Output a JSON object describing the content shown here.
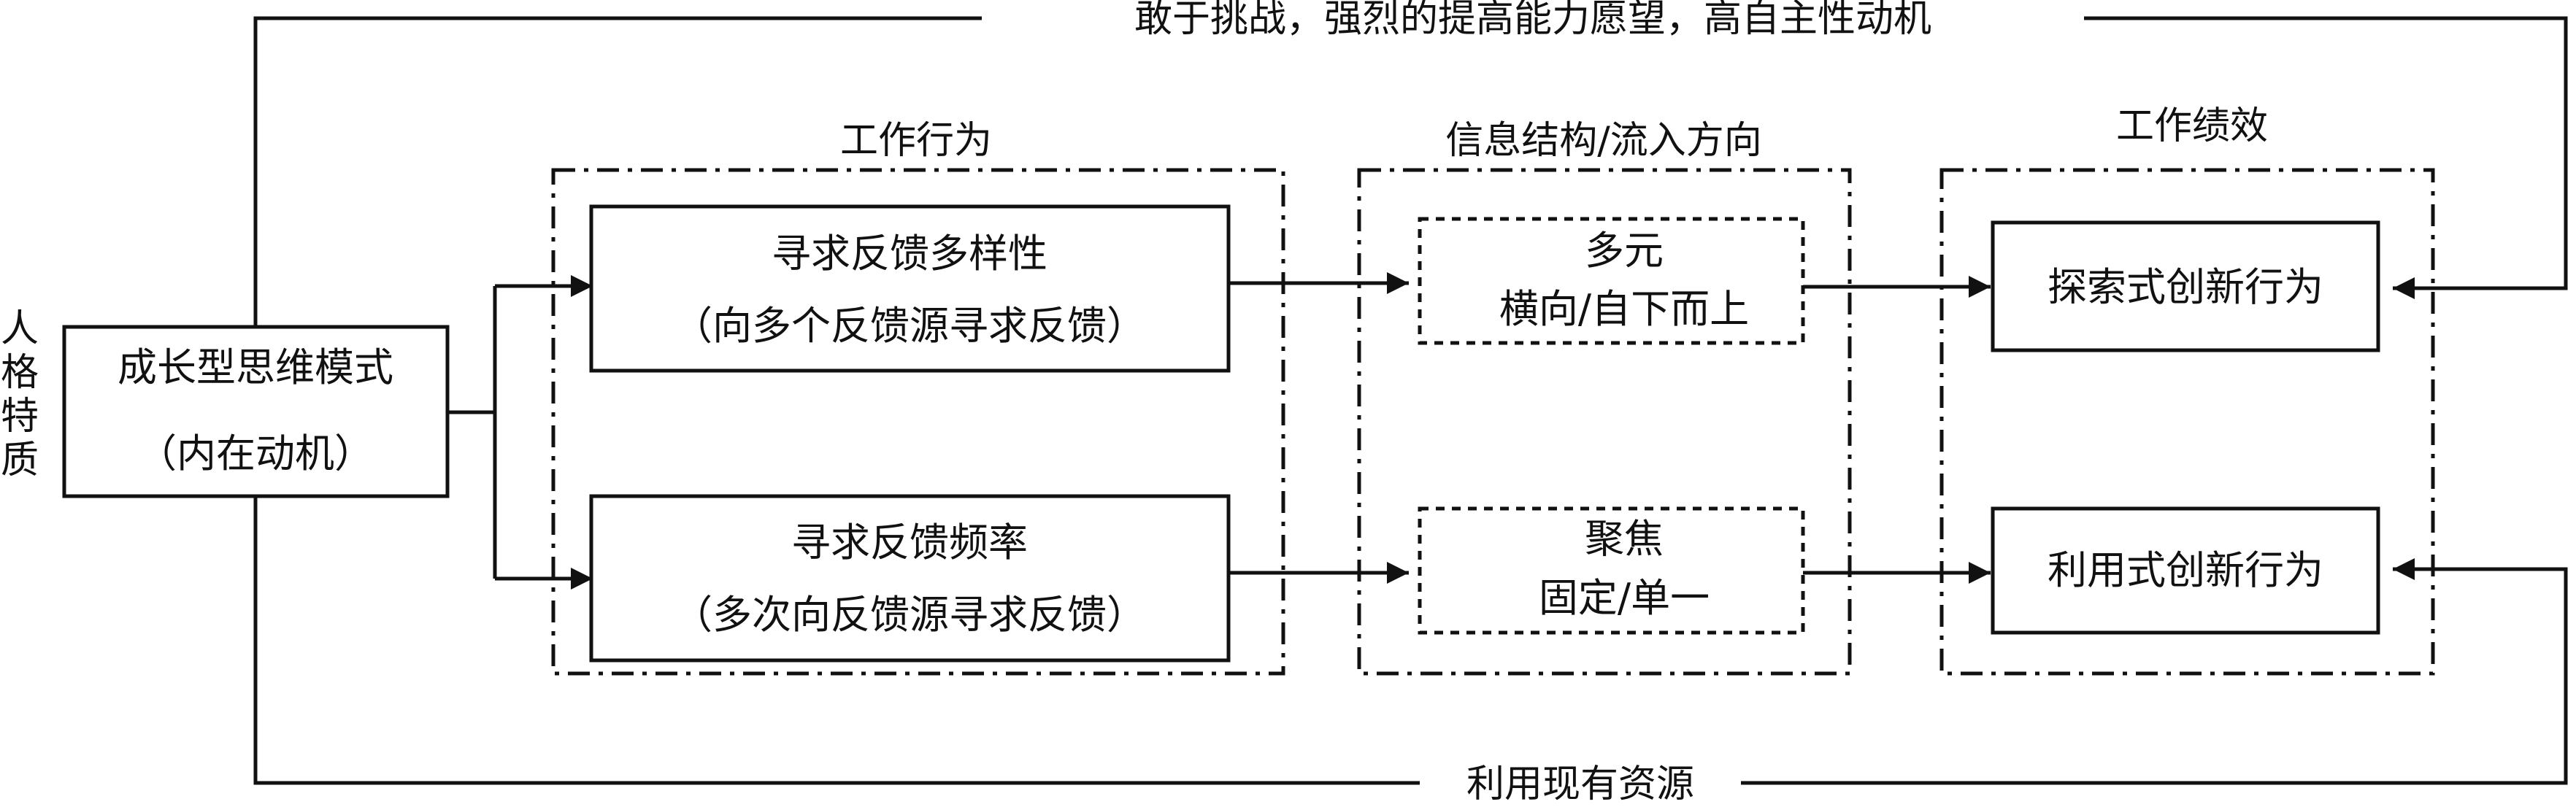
{
  "side_label": [
    "人",
    "格",
    "特",
    "质"
  ],
  "top_loop_label": "敢于挑战，强烈的提高能力愿望，高自主性动机",
  "bottom_loop_label": "利用现有资源",
  "mindset_box": {
    "line1": "成长型思维模式",
    "line2": "（内在动机）"
  },
  "groups": {
    "work_behavior": {
      "title": "工作行为"
    },
    "info_structure": {
      "title": "信息结构/流入方向"
    },
    "performance": {
      "title": "工作绩效"
    }
  },
  "behavior_boxes": {
    "diversity": {
      "line1": "寻求反馈多样性",
      "line2": "（向多个反馈源寻求反馈）"
    },
    "frequency": {
      "line1": "寻求反馈频率",
      "line2": "（多次向反馈源寻求反馈）"
    }
  },
  "info_boxes": {
    "multi": {
      "line1": "多元",
      "line2": "横向/自下而上"
    },
    "focus": {
      "line1": "聚焦",
      "line2": "固定/单一"
    }
  },
  "performance_boxes": {
    "exploratory": {
      "label": "探索式创新行为"
    },
    "exploitative": {
      "label": "利用式创新行为"
    }
  }
}
